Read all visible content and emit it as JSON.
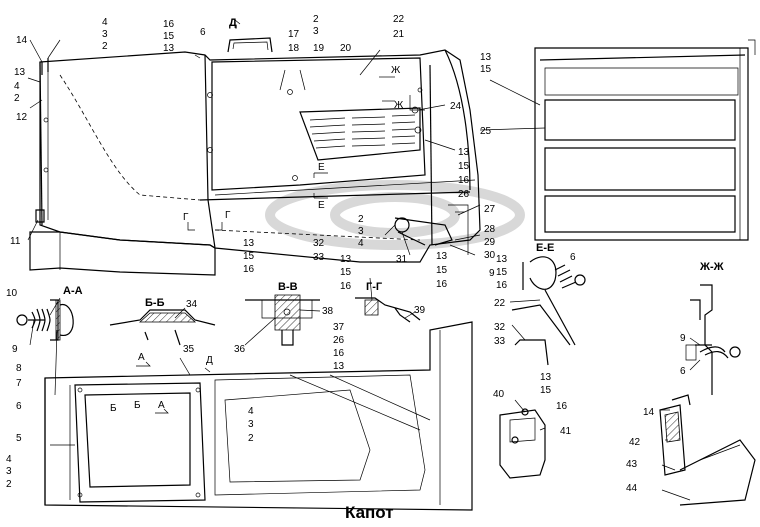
{
  "title": "Капот",
  "section_labels": {
    "aa": "А-А",
    "bb": "Б-Б",
    "vv": "В-В",
    "gg": "Г-Г",
    "ee": "Е-Е",
    "zhzh": "Ж-Ж",
    "d_view": "Д"
  },
  "view_markers": {
    "d": "Д",
    "zh1": "Ж",
    "zh2": "Ж",
    "e1": "Е",
    "e2": "Е",
    "g1": "Г",
    "g2": "Г",
    "a": "А",
    "b1": "Б",
    "b2": "Б",
    "d2": "Д",
    "a2": "А"
  },
  "callouts": {
    "c1": "4",
    "c2": "3",
    "c3": "2",
    "c4": "16",
    "c5": "15",
    "c6": "13",
    "c7": "6",
    "c8": "2",
    "c9": "3",
    "c10": "19",
    "c11": "17",
    "c12": "18",
    "c13": "20",
    "c14": "22",
    "c15": "21",
    "c16": "14",
    "c17": "13",
    "c18": "4",
    "c19": "2",
    "c20": "12",
    "c21": "11",
    "c22": "24",
    "c23": "13",
    "c24": "15",
    "c25": "16",
    "c26": "26",
    "c27": "13",
    "c28": "15",
    "c29": "25",
    "c30": "13",
    "c31": "15",
    "c32": "16",
    "c33": "2",
    "c34": "3",
    "c35": "4",
    "c36": "32",
    "c37": "33",
    "c38": "31",
    "c39": "27",
    "c40": "28",
    "c41": "29",
    "c42": "30",
    "c43": "13",
    "c44": "15",
    "c45": "16",
    "c46": "13",
    "c47": "15",
    "c48": "16",
    "c49": "10",
    "c50": "9",
    "c51": "8",
    "c52": "7",
    "c53": "6",
    "c54": "34",
    "c55": "38",
    "c56": "36",
    "c57": "37",
    "c58": "26",
    "c59": "16",
    "c60": "13",
    "c61": "39",
    "c62": "9",
    "c63": "6",
    "c64": "22",
    "c65": "32",
    "c66": "33",
    "c67": "9",
    "c68": "6",
    "c69": "35",
    "c70": "5",
    "c71": "4",
    "c72": "3",
    "c73": "2",
    "c74": "4",
    "c75": "3",
    "c76": "2",
    "c77": "40",
    "c78": "13",
    "c79": "15",
    "c80": "16",
    "c81": "41",
    "c82": "14",
    "c83": "42",
    "c84": "43",
    "c85": "44",
    "c86": "13",
    "c87": "15",
    "c88": "16"
  },
  "colors": {
    "ink": "#000000",
    "paper": "#ffffff",
    "watermark": "#d8d8d8"
  }
}
